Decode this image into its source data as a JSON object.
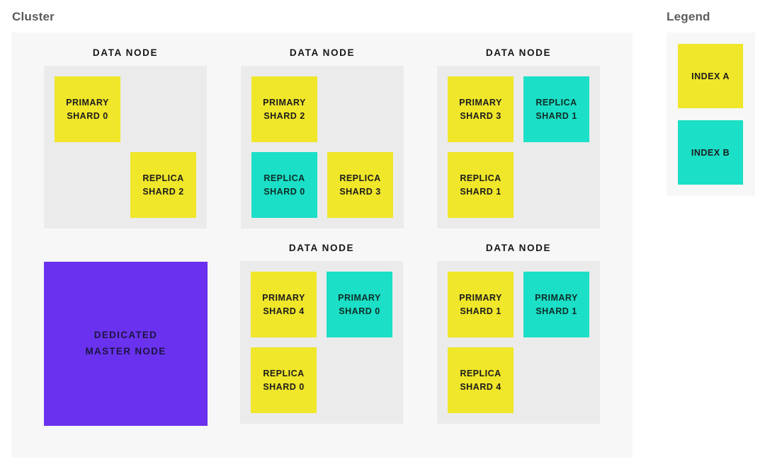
{
  "header": {
    "cluster_title": "Cluster",
    "legend_title": "Legend"
  },
  "colors": {
    "index_a": "#f0e62a",
    "index_b": "#1bdfc6",
    "master_node": "#6a32ee",
    "data_node_bg": "#ebebeb",
    "panel_bg": "#f7f7f7"
  },
  "cluster": {
    "nodes": [
      {
        "label": "DATA NODE",
        "shards": [
          {
            "line1": "PRIMARY",
            "line2": "SHARD 0",
            "index": "A",
            "position": "top-left"
          },
          {
            "line1": "REPLICA",
            "line2": "SHARD 2",
            "index": "A",
            "position": "bottom-right"
          }
        ]
      },
      {
        "label": "DATA NODE",
        "shards": [
          {
            "line1": "PRIMARY",
            "line2": "SHARD 2",
            "index": "A",
            "position": "top-left"
          },
          {
            "line1": "REPLICA",
            "line2": "SHARD 0",
            "index": "B",
            "position": "bottom-left"
          },
          {
            "line1": "REPLICA",
            "line2": "SHARD 3",
            "index": "A",
            "position": "bottom-right"
          }
        ]
      },
      {
        "label": "DATA NODE",
        "shards": [
          {
            "line1": "PRIMARY",
            "line2": "SHARD 3",
            "index": "A",
            "position": "top-left"
          },
          {
            "line1": "REPLICA",
            "line2": "SHARD 1",
            "index": "B",
            "position": "top-right"
          },
          {
            "line1": "REPLICA",
            "line2": "SHARD 1",
            "index": "A",
            "position": "bottom-left"
          }
        ]
      },
      {
        "label": "DATA NODE",
        "shards": [
          {
            "line1": "PRIMARY",
            "line2": "SHARD 4",
            "index": "A",
            "position": "top-left"
          },
          {
            "line1": "PRIMARY",
            "line2": "SHARD 0",
            "index": "B",
            "position": "top-right"
          },
          {
            "line1": "REPLICA",
            "line2": "SHARD 0",
            "index": "A",
            "position": "bottom-left"
          }
        ]
      },
      {
        "label": "DATA NODE",
        "shards": [
          {
            "line1": "PRIMARY",
            "line2": "SHARD 1",
            "index": "A",
            "position": "top-left"
          },
          {
            "line1": "PRIMARY",
            "line2": "SHARD 1",
            "index": "B",
            "position": "top-right"
          },
          {
            "line1": "REPLICA",
            "line2": "SHARD 4",
            "index": "A",
            "position": "bottom-left"
          }
        ]
      }
    ],
    "master_node": {
      "line1": "DEDICATED",
      "line2": "MASTER NODE"
    }
  },
  "legend": {
    "items": [
      {
        "label": "INDEX A",
        "index": "A"
      },
      {
        "label": "INDEX B",
        "index": "B"
      }
    ]
  }
}
